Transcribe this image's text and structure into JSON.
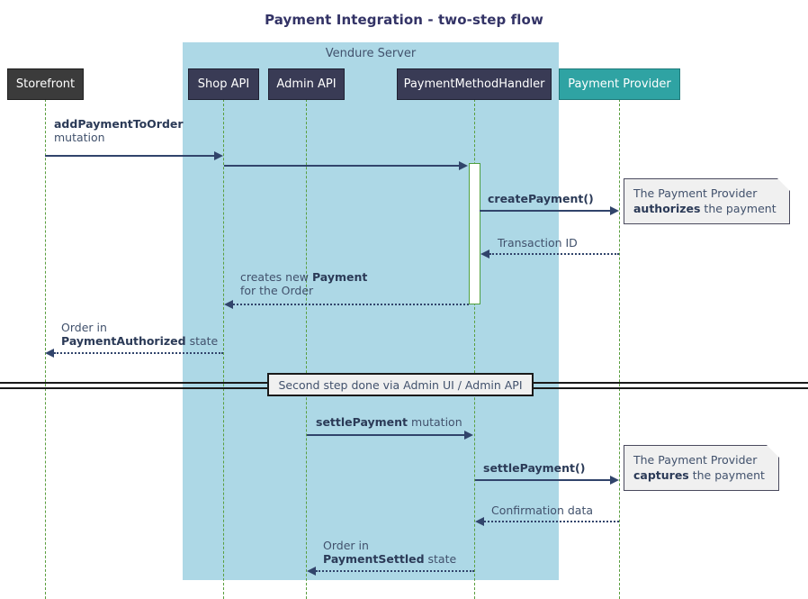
{
  "diagram": {
    "title": "Payment Integration - two-step flow",
    "group_label": "Vendure Server",
    "colors": {
      "group_background": "#add8e6",
      "actor_storefront": "#3b3b3b",
      "actor_api": "#393b55",
      "actor_provider": "#2fa3a3",
      "lifeline": "#5a9e3e",
      "message": "#31446b",
      "note_background": "#f0f0f0",
      "title": "#333366"
    }
  },
  "participants": [
    {
      "id": "storefront",
      "label": "Storefront",
      "style": "dark"
    },
    {
      "id": "shop-api",
      "label": "Shop API",
      "style": "navy"
    },
    {
      "id": "admin-api",
      "label": "Admin API",
      "style": "navy"
    },
    {
      "id": "payment-method-handler",
      "label": "PaymentMethodHandler",
      "style": "navy"
    },
    {
      "id": "payment-provider",
      "label": "Payment Provider",
      "style": "teal"
    }
  ],
  "messages": [
    {
      "id": "add-payment-to-order",
      "from": "storefront",
      "to": "shop-api",
      "label_bold": "addPaymentToOrder",
      "label_rest": "mutation",
      "kind": "solid",
      "direction": "right"
    },
    {
      "id": "shop-api-to-handler",
      "from": "shop-api",
      "to": "payment-method-handler",
      "label_bold": "",
      "label_rest": "",
      "kind": "solid",
      "direction": "right"
    },
    {
      "id": "create-payment",
      "from": "payment-method-handler",
      "to": "payment-provider",
      "label_bold": "createPayment()",
      "label_rest": "",
      "kind": "solid",
      "direction": "right"
    },
    {
      "id": "transaction-id",
      "from": "payment-provider",
      "to": "payment-method-handler",
      "label_bold": "",
      "label_rest": "Transaction ID",
      "kind": "dotted",
      "direction": "left"
    },
    {
      "id": "creates-new-payment",
      "from": "payment-method-handler",
      "to": "shop-api",
      "label_line1_pre": "creates new ",
      "label_line1_bold": "Payment",
      "label_line2": "for the Order",
      "kind": "dotted",
      "direction": "left"
    },
    {
      "id": "order-payment-authorized",
      "from": "shop-api",
      "to": "storefront",
      "label_line1": "Order in",
      "label_line2_bold": "PaymentAuthorized",
      "label_line2_rest": " state",
      "kind": "dotted",
      "direction": "left"
    },
    {
      "id": "settle-payment-mutation",
      "from": "admin-api",
      "to": "payment-method-handler",
      "label_bold": "settlePayment",
      "label_rest": " mutation",
      "kind": "solid",
      "direction": "right"
    },
    {
      "id": "settle-payment-call",
      "from": "payment-method-handler",
      "to": "payment-provider",
      "label_bold": "settlePayment()",
      "label_rest": "",
      "kind": "solid",
      "direction": "right"
    },
    {
      "id": "confirmation-data",
      "from": "payment-provider",
      "to": "payment-method-handler",
      "label_bold": "",
      "label_rest": "Confirmation data",
      "kind": "dotted",
      "direction": "left"
    },
    {
      "id": "order-payment-settled",
      "from": "payment-method-handler",
      "to": "admin-api",
      "label_line1": "Order in",
      "label_line2_bold": "PaymentSettled",
      "label_line2_rest": " state",
      "kind": "dotted",
      "direction": "left"
    }
  ],
  "notes": [
    {
      "id": "note-authorizes",
      "line1": "The Payment Provider",
      "line2_bold": "authorizes",
      "line2_rest": " the payment"
    },
    {
      "id": "note-captures",
      "line1": "The Payment Provider",
      "line2_bold": "captures",
      "line2_rest": " the payment"
    }
  ],
  "divider": {
    "label": "Second step done via Admin UI / Admin API"
  }
}
